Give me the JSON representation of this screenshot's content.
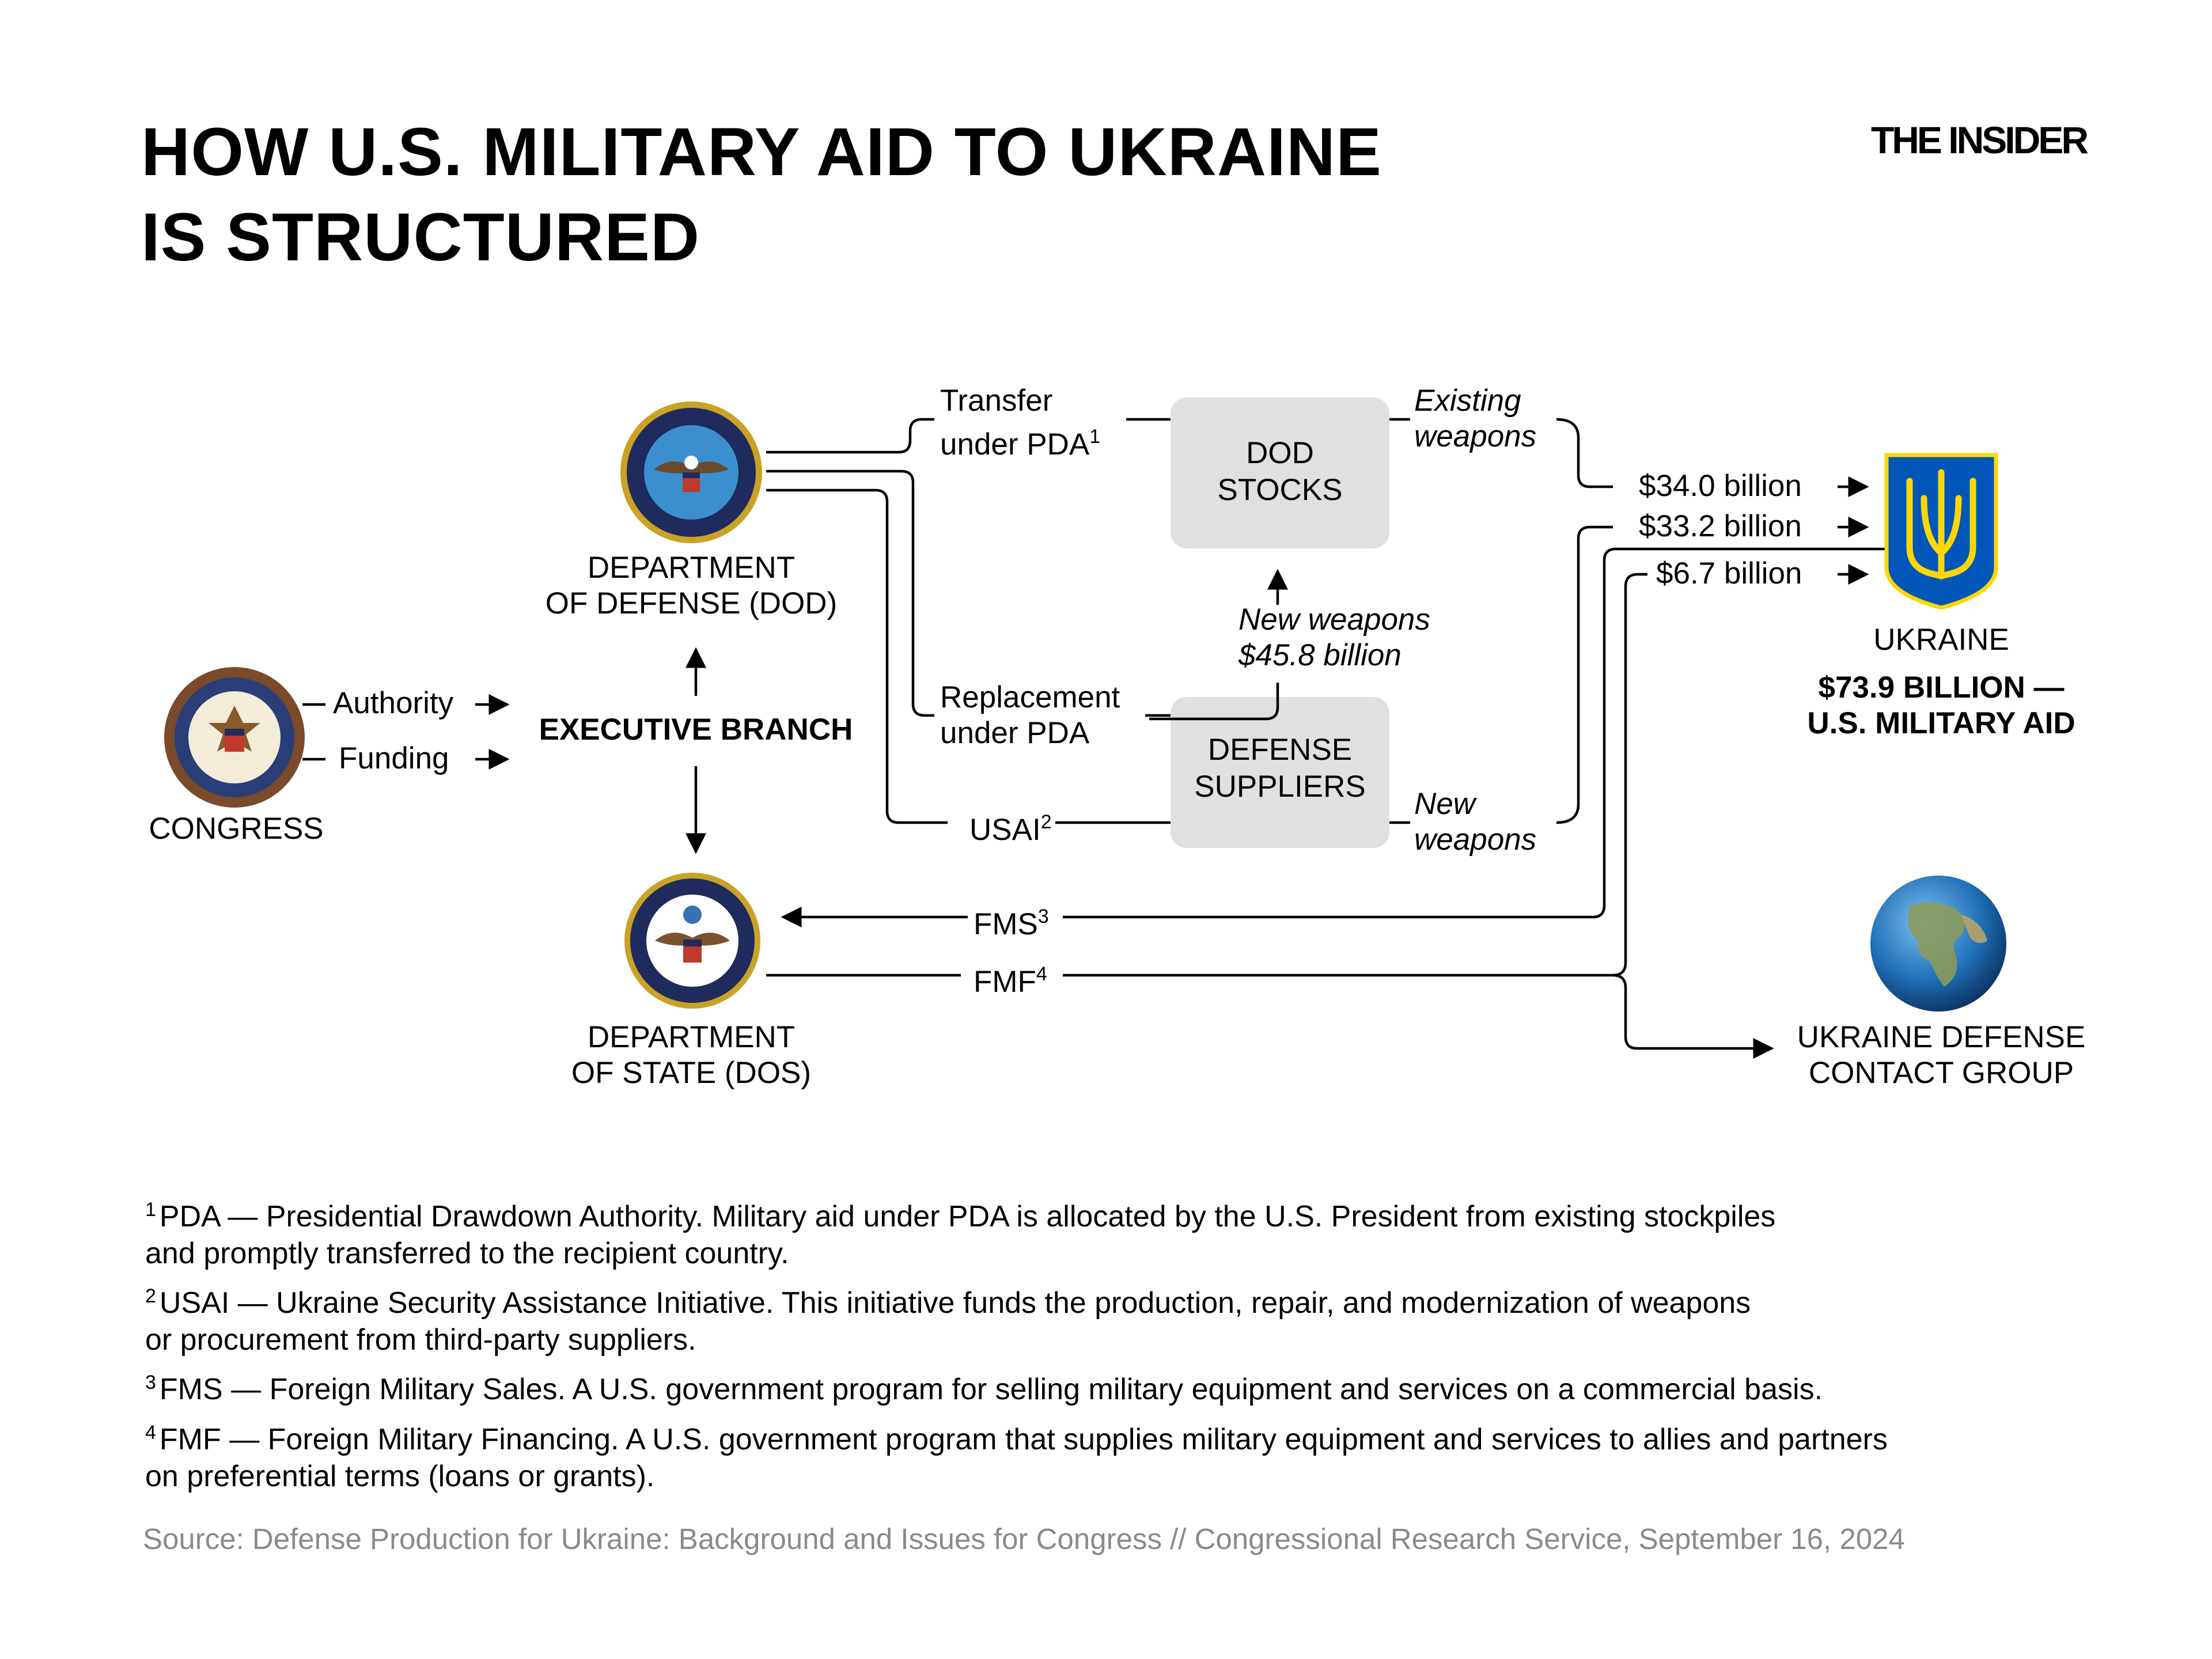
{
  "title_line1": "HOW U.S. MILITARY AID TO UKRAINE",
  "title_line2": "IS STRUCTURED",
  "brand": "THE INSIDER",
  "nodes": {
    "congress": "CONGRESS",
    "executive": "EXECUTIVE BRANCH",
    "dod_line1": "DEPARTMENT",
    "dod_line2": "OF DEFENSE (DOD)",
    "dos_line1": "DEPARTMENT",
    "dos_line2": "OF STATE (DOS)",
    "dod_stocks_line1": "DOD",
    "dod_stocks_line2": "STOCKS",
    "suppliers_line1": "DEFENSE",
    "suppliers_line2": "SUPPLIERS",
    "ukraine": "UKRAINE",
    "total_line1": "$73.9 BILLION —",
    "total_line2": "U.S. MILITARY AID",
    "udcg_line1": "UKRAINE DEFENSE",
    "udcg_line2": "CONTACT GROUP"
  },
  "flows": {
    "authority": "Authority",
    "funding": "Funding",
    "transfer_line1": "Transfer",
    "transfer_line2": "under PDA",
    "transfer_fn": "1",
    "replacement_line1": "Replacement",
    "replacement_line2": "under PDA",
    "usai": "USAI",
    "usai_fn": "2",
    "fms": "FMS",
    "fms_fn": "3",
    "fmf": "FMF",
    "fmf_fn": "4",
    "existing_line1": "Existing",
    "existing_line2": "weapons",
    "new_line1": "New",
    "new_line2": "weapons",
    "new_weapons_line1": "New weapons",
    "new_weapons_line2": "$45.8 billion",
    "amount1": "$34.0 billion",
    "amount2": "$33.2 billion",
    "amount3": "$6.7 billion"
  },
  "footnotes": [
    {
      "num": "1",
      "line1": "PDA — Presidential Drawdown Authority. Military aid under PDA is allocated by the U.S. President from existing stockpiles",
      "line2": "and promptly transferred to the recipient country."
    },
    {
      "num": "2",
      "line1": "USAI — Ukraine Security Assistance Initiative. This initiative funds the production, repair, and modernization of weapons",
      "line2": "or procurement from third-party suppliers."
    },
    {
      "num": "3",
      "line1": "FMS — Foreign Military Sales. A U.S. government program for selling military equipment and services on a commercial basis.",
      "line2": ""
    },
    {
      "num": "4",
      "line1": "FMF — Foreign Military Financing. A U.S. government program that supplies military equipment and services to allies and partners",
      "line2": "on preferential terms (loans or grants)."
    }
  ],
  "source": "Source: Defense Production for Ukraine: Background and Issues for Congress // Congressional Research Service, September 16, 2024",
  "colors": {
    "box_fill": "#e0e0e0",
    "ukraine_blue": "#0057b7",
    "ukraine_yellow": "#ffd700",
    "seal_navy": "#1e2b5c",
    "seal_gold": "#c9a227",
    "congress_brown": "#7a4a2a",
    "source_gray": "#8a8a8a"
  },
  "icons": {
    "congress": "congress-seal-icon",
    "dod": "dod-seal-icon",
    "dos": "dos-seal-icon",
    "ukraine": "ukraine-coat-of-arms-icon",
    "udcg": "globe-icon"
  }
}
